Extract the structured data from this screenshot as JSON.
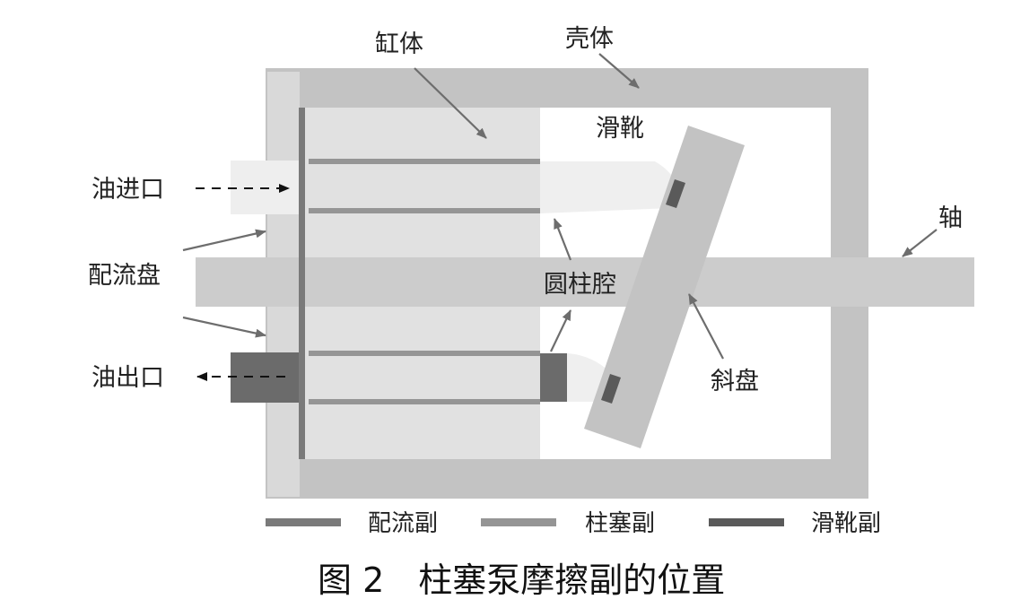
{
  "labels": {
    "cylinder_block": "缸体",
    "housing": "壳体",
    "slipper": "滑靴",
    "oil_inlet": "油进口",
    "valve_plate": "配流盘",
    "oil_outlet": "油出口",
    "cylinder_bore": "圆柱腔",
    "swash_plate": "斜盘",
    "shaft": "轴"
  },
  "legend": {
    "valve_pair": "配流副",
    "piston_pair": "柱塞副",
    "slipper_pair": "滑靴副"
  },
  "caption": "图 2　柱塞泵摩擦副的位置",
  "colors": {
    "housing": "#c3c3c3",
    "plate": "#d9d9d9",
    "block": "#e1e1e1",
    "shaft": "#cccccc",
    "valve_line": "#7a7a7a",
    "piston_line": "#959595",
    "slipper_pad": "#5a5a5a",
    "outlet": "#6b6b6b",
    "inlet": "#eeeeee"
  }
}
